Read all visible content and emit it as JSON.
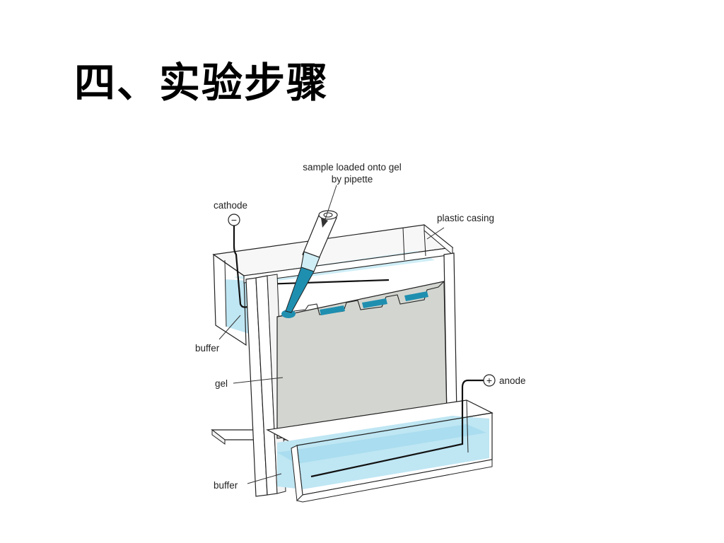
{
  "slide": {
    "title": "四、实验步骤"
  },
  "diagram": {
    "labels": {
      "sample_line1": "sample loaded onto gel",
      "sample_line2": "by pipette",
      "cathode": "cathode",
      "plastic_casing": "plastic casing",
      "buffer_top": "buffer",
      "gel": "gel",
      "anode": "anode",
      "buffer_bottom": "buffer"
    },
    "symbols": {
      "cathode": "−",
      "anode": "+"
    },
    "colors": {
      "buffer": "#bfe6f3",
      "buffer_deep": "#8fd3ea",
      "gel": "#d3d6d0",
      "sample": "#1f8fb0",
      "frame": "#ffffff",
      "outline": "#222222"
    }
  }
}
